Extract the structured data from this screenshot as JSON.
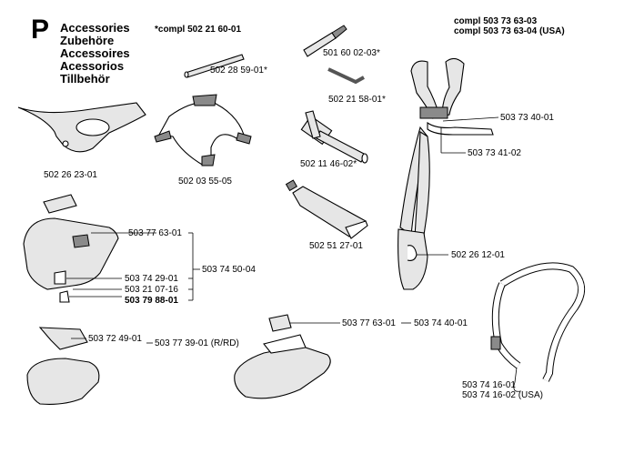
{
  "section": "P",
  "titles": [
    "Accessories",
    "Zubehöre",
    "Accessoires",
    "Acessorios",
    "Tillbehör"
  ],
  "parts": {
    "compl_wire": "*compl 502 21 60-01",
    "rod": "502 28 59-01*",
    "file": "501 60 02-03*",
    "hex_key": "502 21 58-01*",
    "box_wrench": "502 11 46-02*",
    "guard_plate": "502 26 23-01",
    "harness_cup": "502 03 55-05",
    "grease_tube": "502 51 27-01",
    "harness_compl_1": "compl 503 73 63-03",
    "harness_compl_2": "compl 503 73 63-04  (USA)",
    "harness_strap": "503 73 40-01",
    "harness_buckle": "503 73 41-02",
    "harness_hook": "502 26 12-01",
    "guard_a_plate": "503 77 63-01",
    "guard_a_kit": "503 74 50-04",
    "guard_a_knife": "503 74 29-01",
    "guard_a_screw": "503 21 07-16",
    "guard_a_clip": "503 79 88-01",
    "guard_b_bracket": "503 72 49-01",
    "guard_b_kit": "503 77 39-01 (R/RD)",
    "guard_c_plate": "503 77 63-01",
    "guard_c_kit": "503 74 40-01",
    "strap_1": "503 74 16-01",
    "strap_2": "503 74 16-02 (USA)"
  }
}
